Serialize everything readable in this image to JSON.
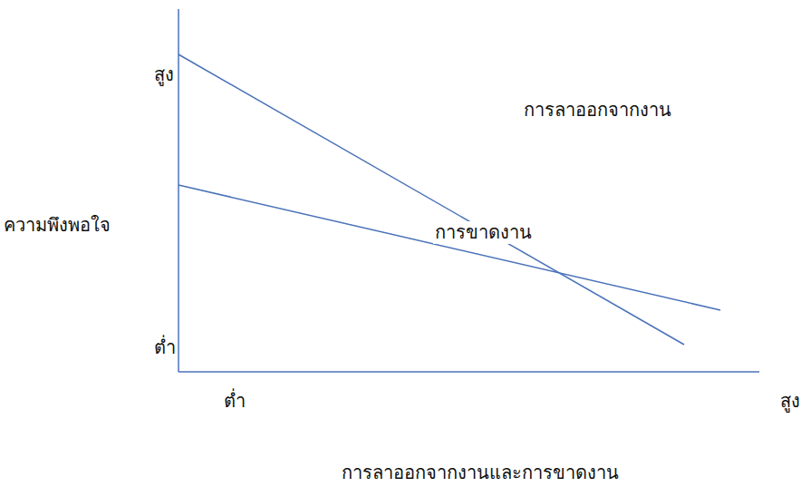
{
  "diagram": {
    "labels": [
      "สูง",
      "ความพึงพอใจ",
      "ต่ำ",
      "ต่ำ",
      "สูง",
      "การลาออกจากงาน",
      "การขาดงาน",
      "การลาออกจากงานและการขาดงาน"
    ]
  }
}
